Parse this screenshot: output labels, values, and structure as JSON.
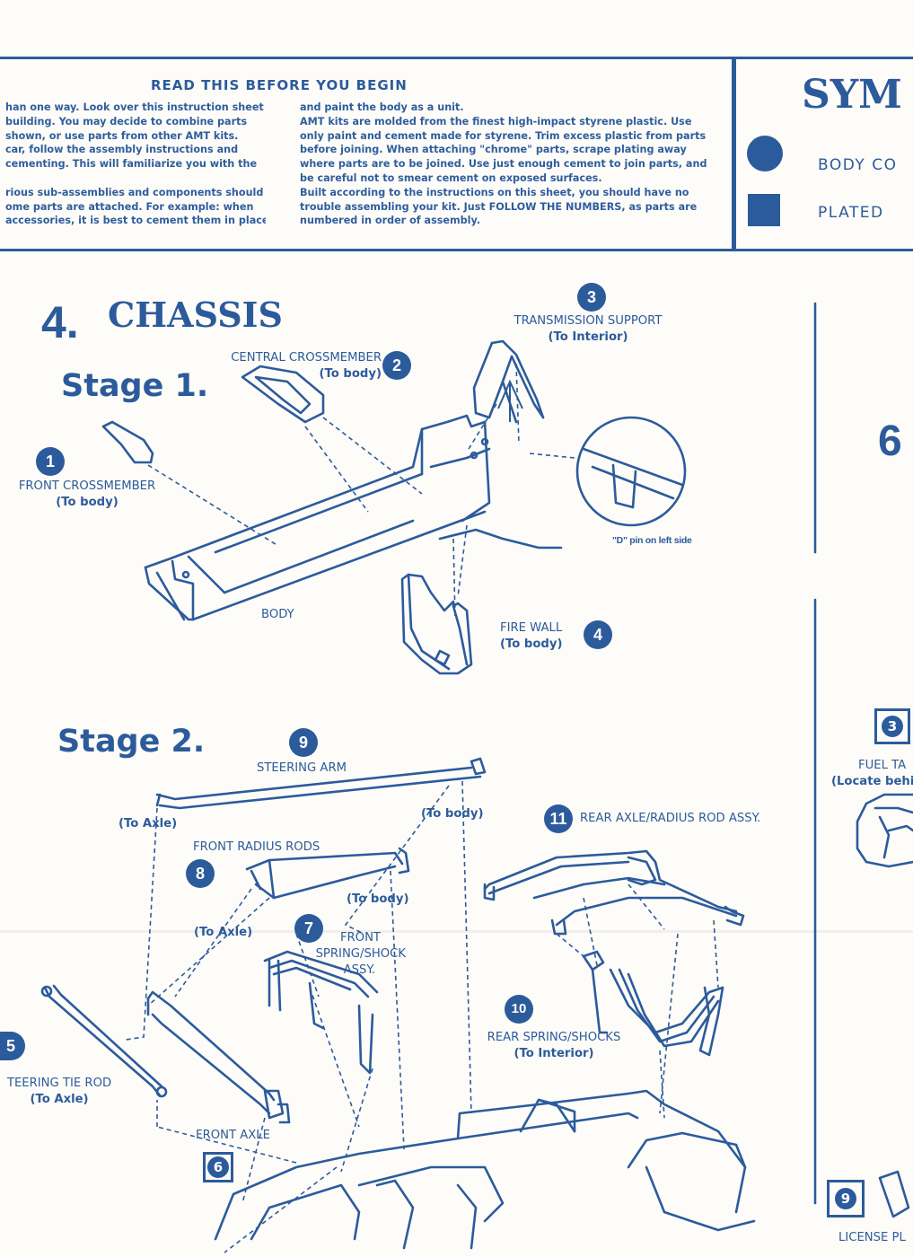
{
  "intro": {
    "title": "READ THIS BEFORE YOU BEGIN",
    "col1": [
      "han one way. Look over this instruction sheet",
      " building. You may decide to combine parts",
      " shown, or use parts from other AMT kits.",
      " car, follow the assembly instructions and",
      "cementing. This will familiarize you with the",
      "",
      "rious sub-assemblies and components should",
      "ome parts are attached. For example: when",
      "accessories, it is best to cement them in place"
    ],
    "col2": [
      "and paint the body as a unit.",
      "   AMT kits are molded from the finest high-impact styrene plastic. Use",
      "only paint and cement made for styrene. Trim excess plastic from parts",
      "before joining. When attaching \"chrome\" parts, scrape plating away",
      "where parts are to be joined. Use just enough cement to join parts, and",
      "be careful not to smear cement on exposed surfaces.",
      "   Built according to the instructions on this sheet, you should have no",
      "trouble assembling your kit. Just FOLLOW THE NUMBERS, as parts are",
      "numbered in order of assembly."
    ]
  },
  "symbols": {
    "title": "SYM",
    "body_label": "BODY CO",
    "plated_label": "PLATED"
  },
  "section": {
    "number": "4.",
    "title": "CHASSIS",
    "stage1": "Stage 1.",
    "stage2": "Stage 2.",
    "right_number": "6"
  },
  "parts": {
    "p1": {
      "num": "1",
      "name": "FRONT CROSSMEMBER",
      "sub": "(To body)"
    },
    "p2": {
      "num": "2",
      "name": "CENTRAL CROSSMEMBER",
      "sub": "(To body)"
    },
    "p3": {
      "num": "3",
      "name": "TRANSMISSION SUPPORT",
      "sub": "(To Interior)"
    },
    "p4": {
      "num": "4",
      "name": "FIRE WALL",
      "sub": "(To body)"
    },
    "body": "BODY",
    "dpin": "\"D\" pin on left side",
    "p5": {
      "num": "5",
      "name": "TEERING TIE ROD",
      "sub": "(To Axle)"
    },
    "p6": {
      "num": "6",
      "name": "FRONT AXLE"
    },
    "p7": {
      "num": "7",
      "name1": "FRONT",
      "name2": "SPRING/SHOCK",
      "name3": "ASSY."
    },
    "p8": {
      "num": "8",
      "name": "FRONT RADIUS RODS"
    },
    "p9": {
      "num": "9",
      "name": "STEERING ARM"
    },
    "p10": {
      "num": "10",
      "name": "REAR SPRING/SHOCKS",
      "sub": "(To Interior)"
    },
    "p11": {
      "num": "11",
      "name": "REAR AXLE/RADIUS ROD ASSY."
    },
    "to_axle_1": "(To Axle)",
    "to_body_1": "(To body)",
    "to_body_2": "(To body)",
    "to_axle_2": "(To Axle)"
  },
  "right_edge": {
    "p3": {
      "num": "3",
      "name": "FUEL TA",
      "sub": "(Locate behin"
    },
    "p9": {
      "num": "9",
      "name": "LICENSE PL"
    }
  },
  "colors": {
    "ink": "#2c5b9c",
    "paper": "#fdfcf8"
  }
}
